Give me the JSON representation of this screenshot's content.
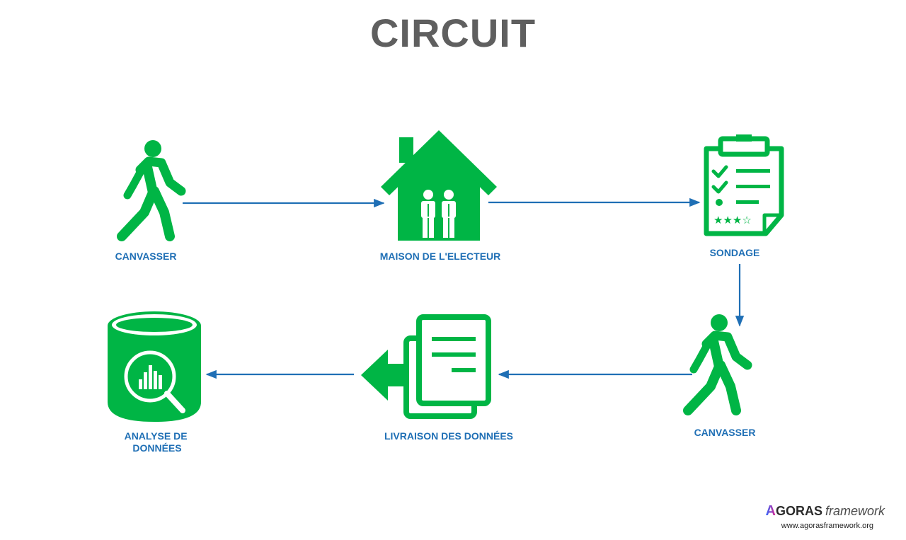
{
  "title": "CIRCUIT",
  "colors": {
    "green": "#00b545",
    "blue": "#1f6fb5",
    "title": "#5f5f5f",
    "arrow": "#1f6fb5"
  },
  "nodes": [
    {
      "id": "canvasser-1",
      "icon": "walking-person-icon",
      "label_lines": [
        "CANVASSER"
      ]
    },
    {
      "id": "maison",
      "icon": "house-with-people-icon",
      "label_lines": [
        "MAISON DE L'ELECTEUR"
      ]
    },
    {
      "id": "sondage",
      "icon": "clipboard-survey-icon",
      "label_lines": [
        "SONDAGE"
      ]
    },
    {
      "id": "canvasser-2",
      "icon": "walking-person-icon",
      "label_lines": [
        "CANVASSER"
      ]
    },
    {
      "id": "livraison",
      "icon": "documents-delivery-icon",
      "label_lines": [
        "LIVRAISON DES DONNÉES"
      ]
    },
    {
      "id": "analyse",
      "icon": "database-analytics-icon",
      "label_lines": [
        "ANALYSE DE",
        "DONNÉES"
      ]
    }
  ],
  "edges": [
    {
      "from": "canvasser-1",
      "to": "maison"
    },
    {
      "from": "maison",
      "to": "sondage"
    },
    {
      "from": "sondage",
      "to": "canvasser-2"
    },
    {
      "from": "canvasser-2",
      "to": "livraison"
    },
    {
      "from": "livraison",
      "to": "analyse"
    }
  ],
  "brand": {
    "first_letter": "A",
    "name_rest": "GORAS",
    "suffix": "framework",
    "url": "www.agorasframework.org"
  }
}
